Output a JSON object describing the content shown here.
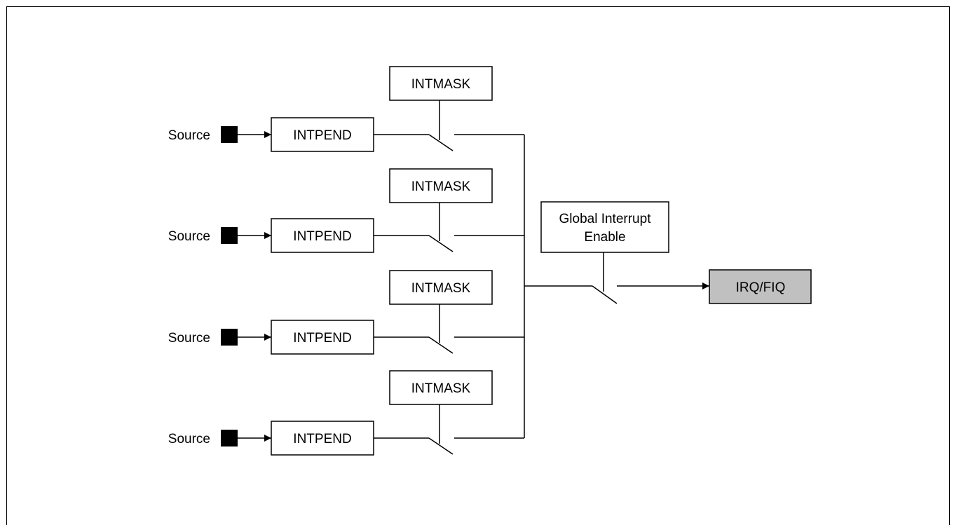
{
  "diagram": {
    "source_label": "Source",
    "intpend_label": "INTPEND",
    "intmask_label": "INTMASK",
    "global_enable_line1": "Global Interrupt",
    "global_enable_line2": "Enable",
    "output_label": "IRQ/FIQ",
    "output_fill": "#c0c0c0",
    "channel_count": 4
  }
}
